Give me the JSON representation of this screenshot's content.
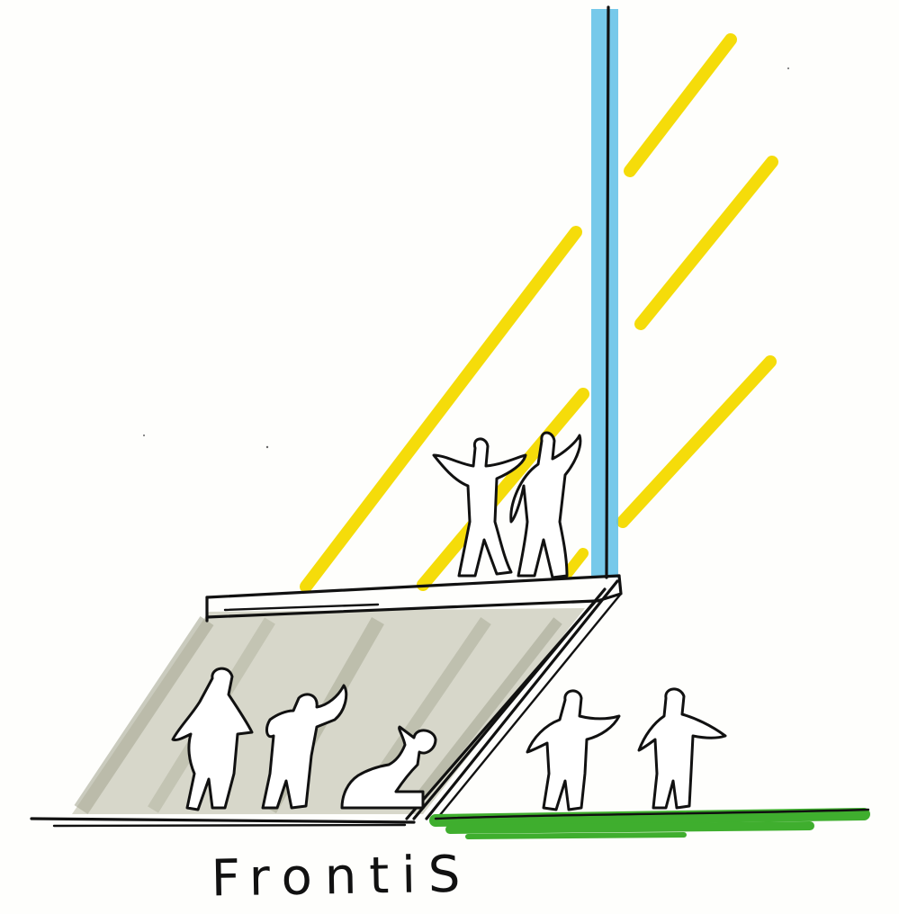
{
  "caption": "FrontiS",
  "colors": {
    "sun_rays": "#f5dc0a",
    "water_pole": "#5fc0e6",
    "grass": "#3fae2e",
    "shade": "#b8b9a6",
    "ink": "#111111",
    "paper": "#fefefc"
  },
  "elements": {
    "people_on_roof": 2,
    "people_in_shade": 3,
    "people_on_grass": 2
  }
}
